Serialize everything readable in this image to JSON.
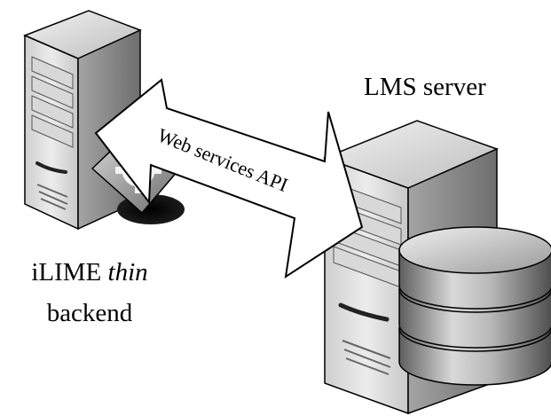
{
  "labels": {
    "lms_server": "LMS server",
    "backend_prefix": "iLIME ",
    "backend_emphasis": "thin",
    "backend_line2": "backend",
    "arrow": "Web services API"
  },
  "icons": {
    "left_server": "server-tower-icon",
    "right_server": "server-tower-icon",
    "gear": "gear-icon",
    "database": "database-cylinder-icon",
    "arrow": "bidirectional-arrow-icon"
  },
  "colors": {
    "outline": "#000000",
    "server_light": "#e6e6e6",
    "server_mid": "#c4c4c4",
    "server_dark": "#8e8e8e",
    "db_light": "#d4d4d4",
    "db_dark": "#5a5a5a",
    "arrow_fill": "#ffffff"
  }
}
